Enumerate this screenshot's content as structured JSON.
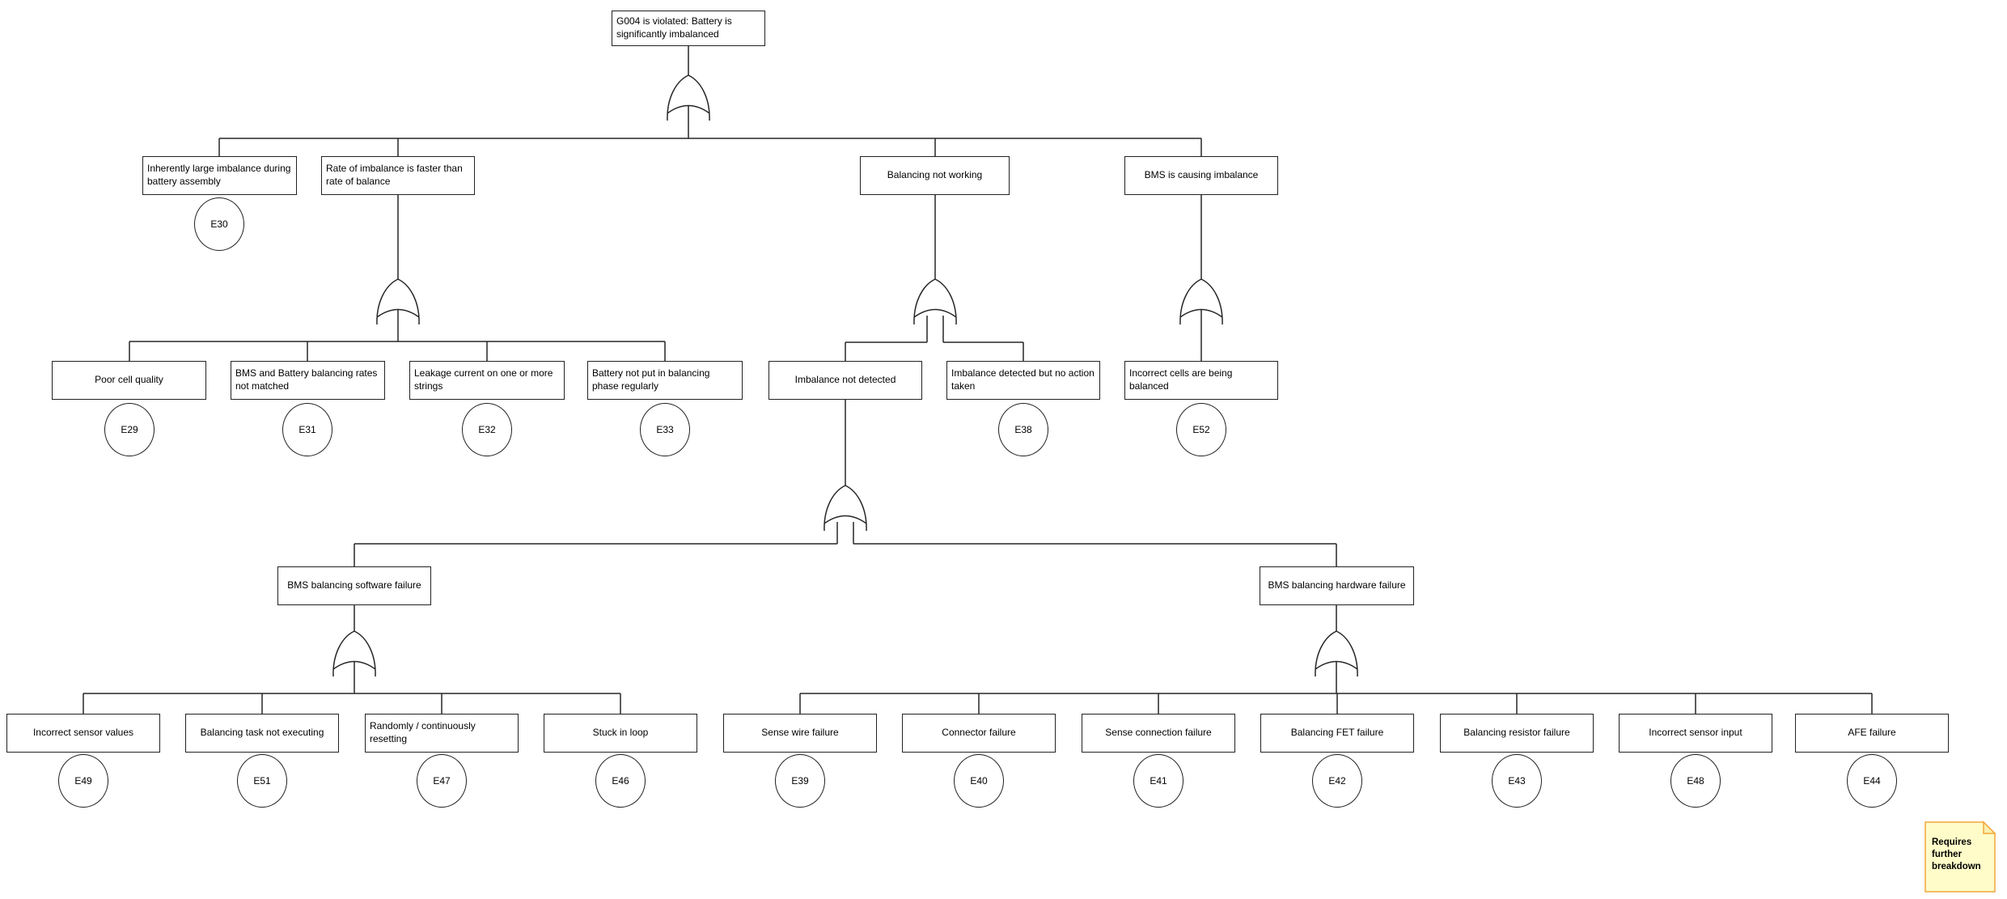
{
  "diagram_type": "fault-tree",
  "gate_symbol": "or-gate",
  "nodes": [
    {
      "label": "G004 is violated: Battery is significantly imbalanced"
    },
    {
      "label": "Inherently large imbalance during battery assembly"
    },
    {
      "label": "Rate of imbalance is faster than rate of balance"
    },
    {
      "label": "Balancing not working"
    },
    {
      "label": "BMS is causing imbalance"
    },
    {
      "label": "Poor cell quality"
    },
    {
      "label": "BMS and Battery balancing rates not matched"
    },
    {
      "label": "Leakage current on one or more strings"
    },
    {
      "label": "Battery not put in balancing phase regularly"
    },
    {
      "label": "Imbalance not detected"
    },
    {
      "label": "Imbalance detected but no action taken"
    },
    {
      "label": "Incorrect cells are being balanced"
    },
    {
      "label": "BMS balancing software failure"
    },
    {
      "label": "BMS balancing hardware failure"
    },
    {
      "label": "Incorrect sensor values"
    },
    {
      "label": "Balancing task not executing"
    },
    {
      "label": "Randomly / continuously resetting"
    },
    {
      "label": "Stuck in loop"
    },
    {
      "label": "Sense wire failure"
    },
    {
      "label": "Connector failure"
    },
    {
      "label": "Sense connection failure"
    },
    {
      "label": "Balancing FET failure"
    },
    {
      "label": "Balancing resistor failure"
    },
    {
      "label": "Incorrect sensor input"
    },
    {
      "label": "AFE failure"
    }
  ],
  "events": [
    "E30",
    "E29",
    "E31",
    "E32",
    "E33",
    "E38",
    "E52",
    "E49",
    "E51",
    "E47",
    "E46",
    "E39",
    "E40",
    "E41",
    "E42",
    "E43",
    "E48",
    "E44"
  ],
  "note": {
    "text": "Requires further breakdown",
    "fill": "#FFFCC9",
    "border": "#F2A73D"
  },
  "colors": {
    "line": "#262626",
    "background": "#ffffff",
    "text": "#000000"
  }
}
